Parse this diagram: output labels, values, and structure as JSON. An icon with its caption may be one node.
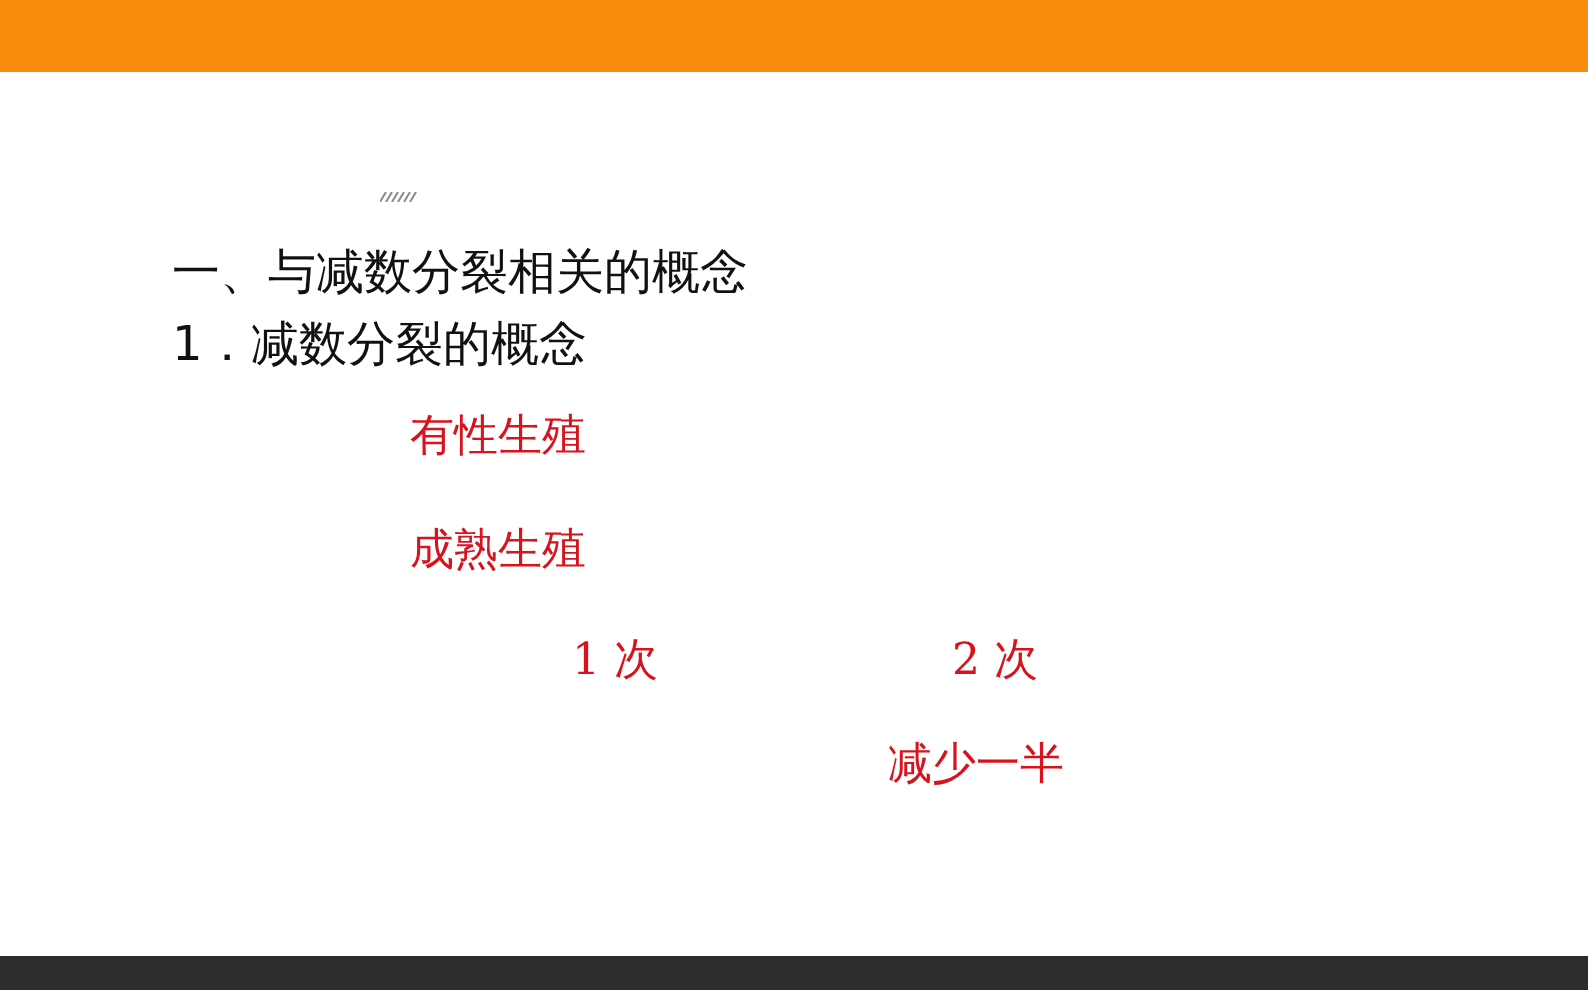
{
  "diagram": {
    "title": "一、与减数分裂相关的概念",
    "labels": [
      "1．减数分裂的概念",
      "有性生殖",
      "成熟生殖",
      "1 次",
      "2 次",
      "减少一半"
    ]
  }
}
